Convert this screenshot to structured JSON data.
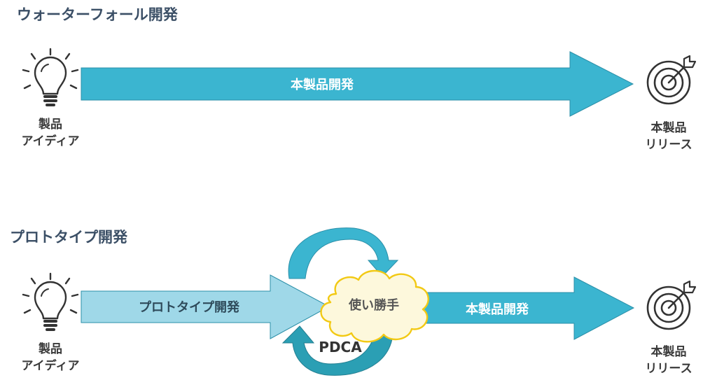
{
  "waterfall": {
    "title": "ウォーターフォール開発",
    "start_label": [
      "製品",
      "アイディア"
    ],
    "arrow_label": "本製品開発",
    "end_label": [
      "本製品",
      "リリース"
    ]
  },
  "prototype": {
    "title": "プロトタイプ開発",
    "start_label": [
      "製品",
      "アイディア"
    ],
    "proto_arrow_label": "プロトタイプ開発",
    "cloud_label": "使い勝手",
    "cycle_label": "PDCA",
    "final_arrow_label": "本製品開発",
    "end_label": [
      "本製品",
      "リリース"
    ]
  },
  "colors": {
    "main_arrow": "#3bb5d0",
    "proto_arrow": "#9fd8e8",
    "cycle_arrow": "#3bb5d0",
    "cloud_fill": "#fdf8dc",
    "cloud_stroke": "#f2c914",
    "icon": "#333333",
    "title": "#3b4f66"
  },
  "icons": [
    "lightbulb-icon",
    "target-icon"
  ]
}
